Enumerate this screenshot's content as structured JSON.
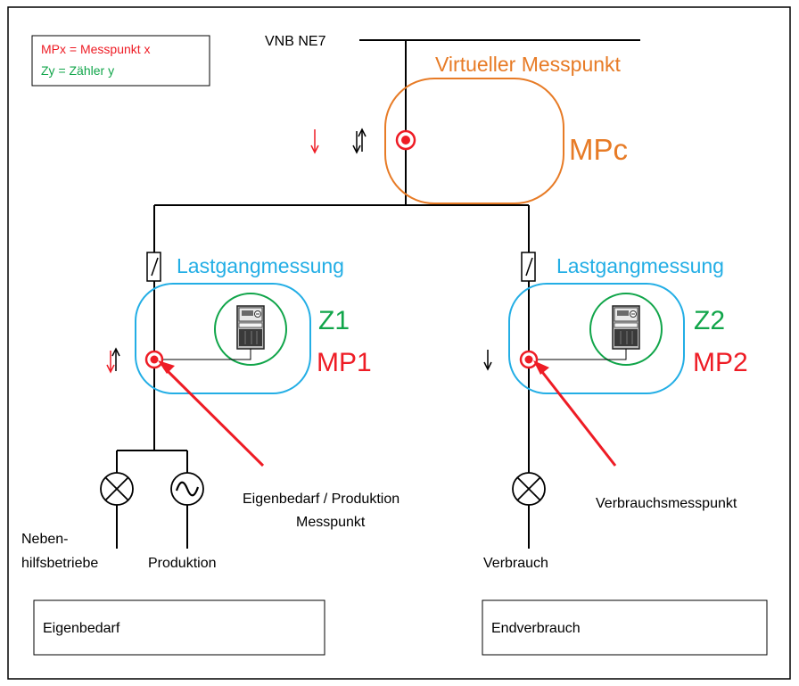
{
  "legend": {
    "mp": "MPx = Messpunkt x",
    "z": "Zy = Zähler y"
  },
  "grid": {
    "label": "VNB NE7"
  },
  "virtual_point": {
    "title": "Virtueller Messpunkt",
    "id": "MPc"
  },
  "left_branch": {
    "group_label": "Lastgangmessung",
    "meter_label": "Z1",
    "point_label": "MP1",
    "annotation_line1": "Eigenbedarf / Produktion",
    "annotation_line2": "Messpunkt",
    "load_label_line1": "Neben-",
    "load_label_line2": "hilfsbetriebe",
    "gen_label": "Produktion",
    "box_label": "Eigenbedarf"
  },
  "right_branch": {
    "group_label": "Lastgangmessung",
    "meter_label": "Z2",
    "point_label": "MP2",
    "annotation": "Verbrauchsmesspunkt",
    "load_label": "Verbrauch",
    "box_label": "Endverbrauch"
  },
  "colors": {
    "line": "#000000",
    "red": "#ee1c25",
    "green": "#11a54a",
    "orange": "#e77b26",
    "blue": "#23aee5"
  }
}
